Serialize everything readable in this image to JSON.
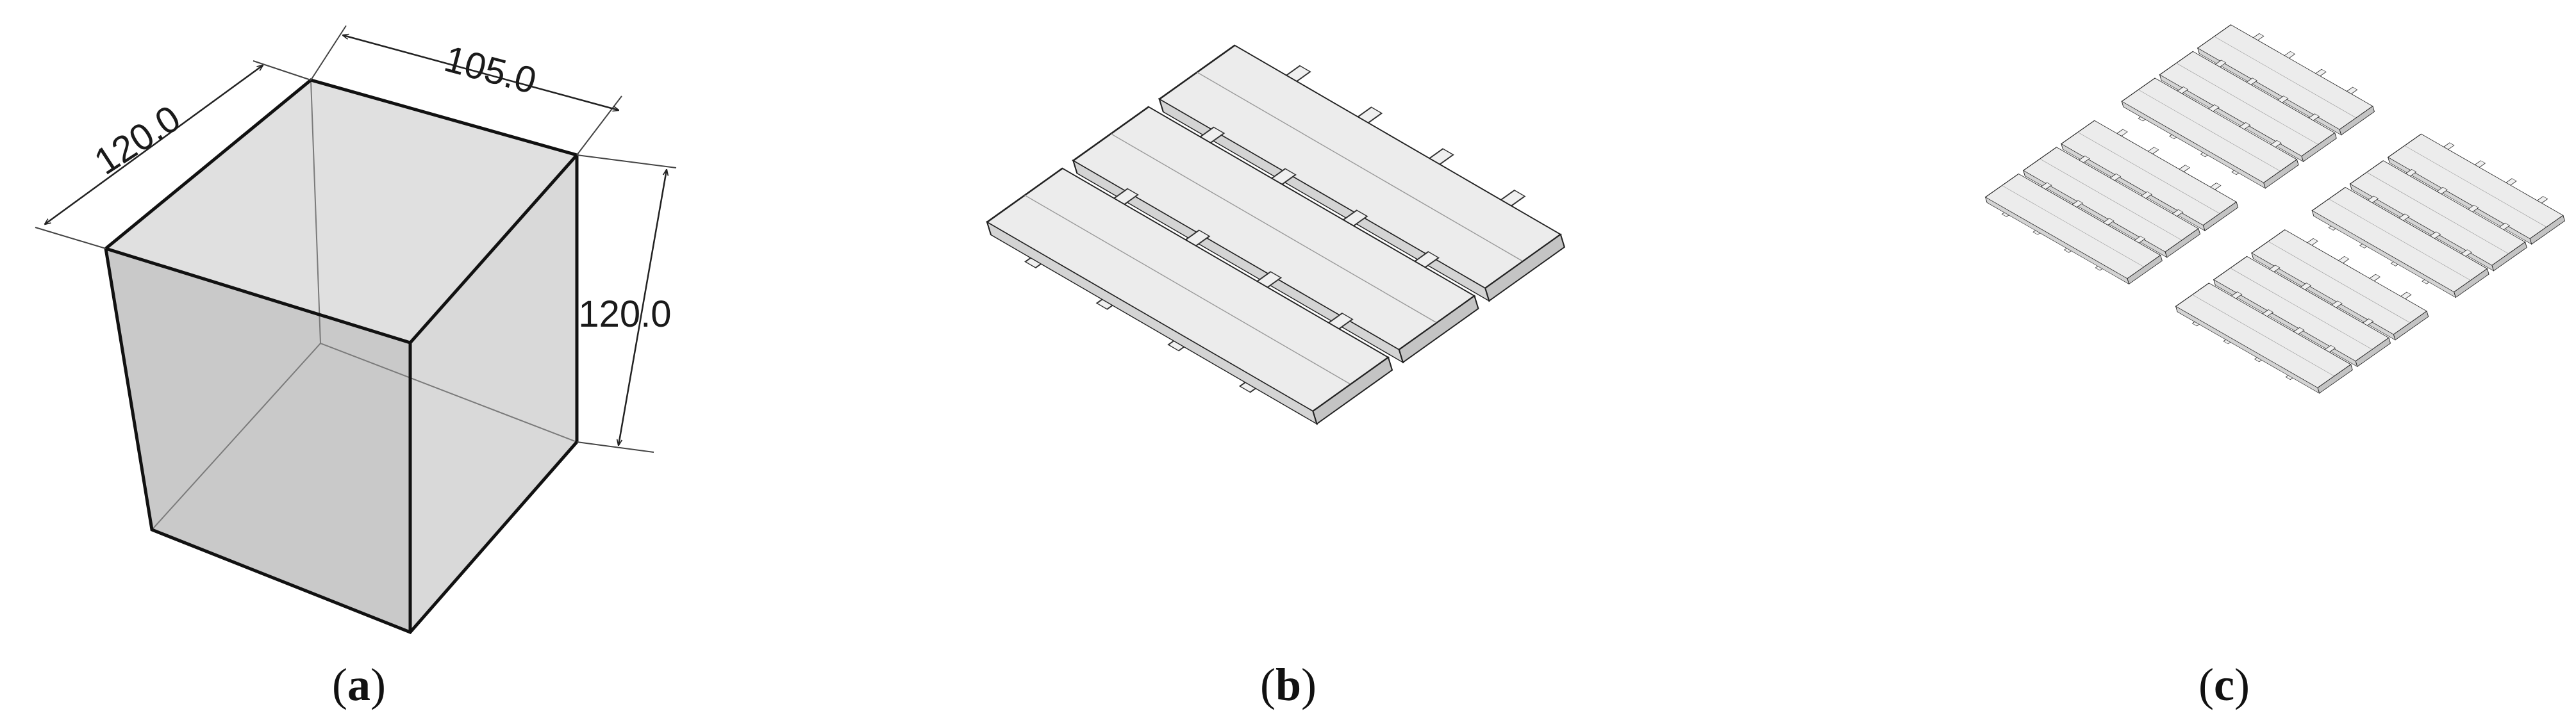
{
  "panel_a": {
    "label_letter": "a",
    "dimensions": {
      "depth": "120.0",
      "width": "105.0",
      "height": "120.0"
    }
  },
  "panel_b": {
    "label_letter": "b"
  },
  "panel_c": {
    "label_letter": "c"
  },
  "colors": {
    "cube_fill": "#cfcfcf",
    "roof_fill": "#e9e9e9",
    "side_light": "#f3f3f3",
    "side_dark": "#8a8a8a",
    "edge": "#222222"
  }
}
